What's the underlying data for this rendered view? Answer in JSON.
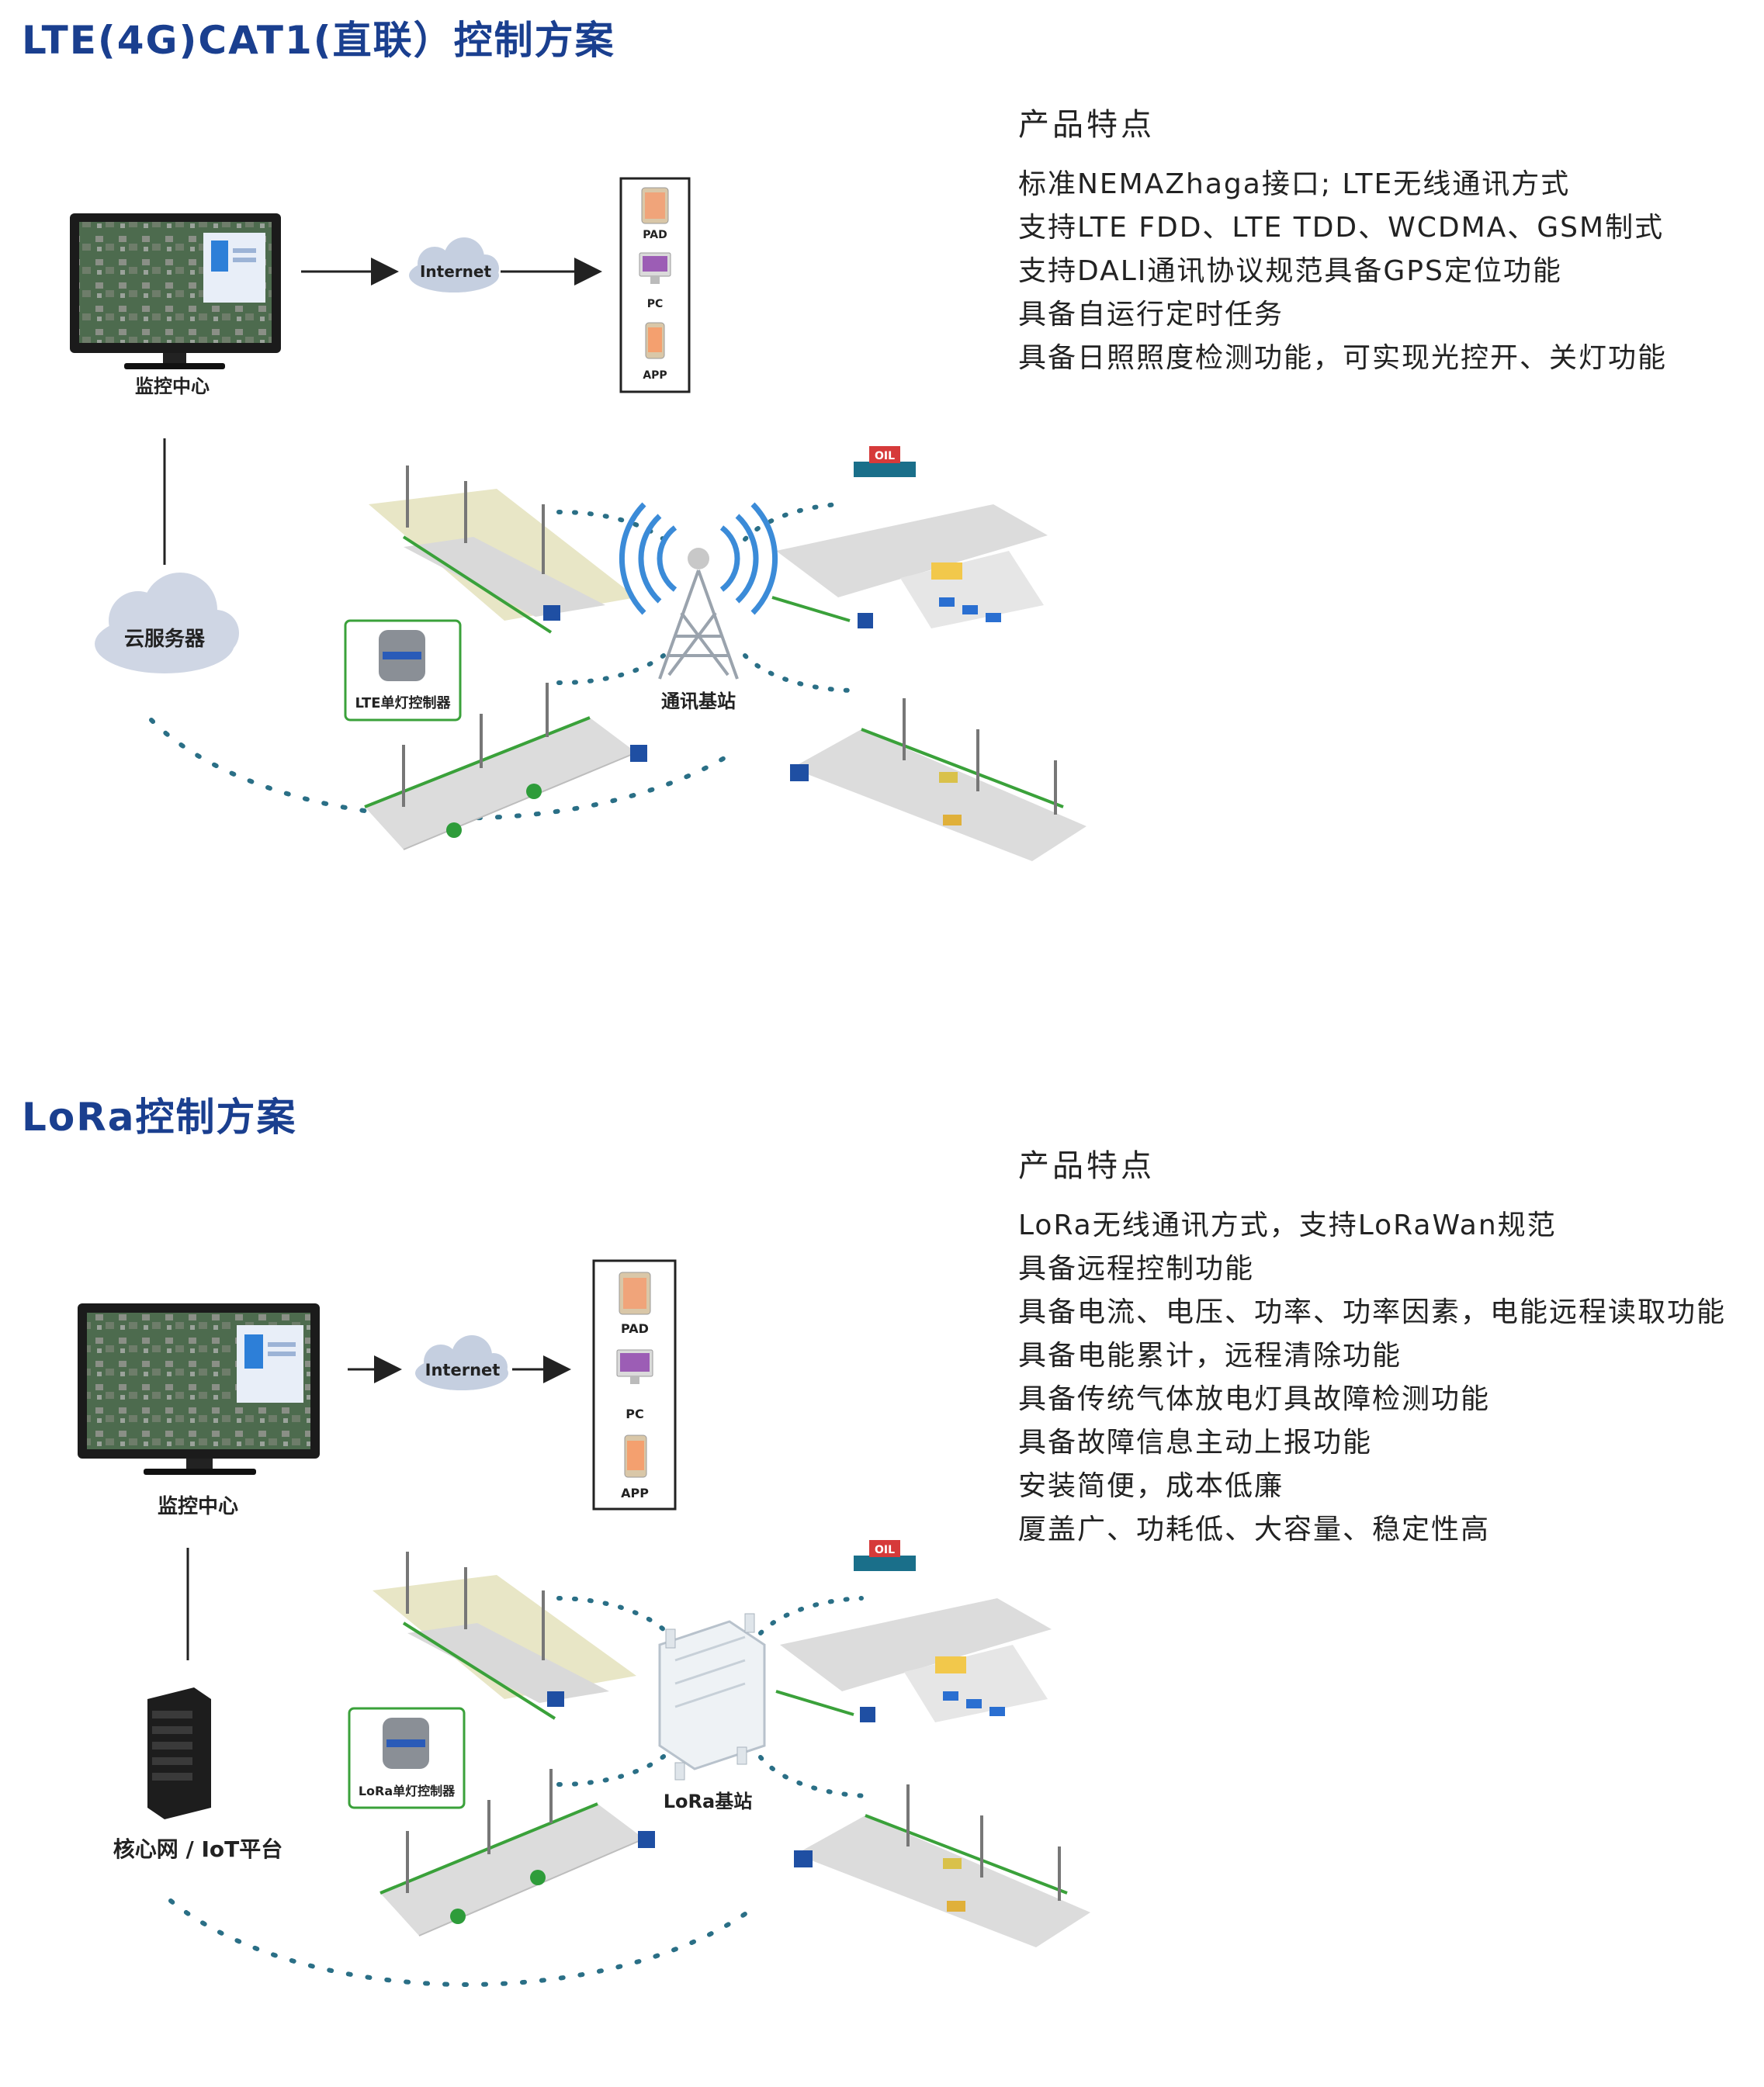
{
  "section1": {
    "title": "LTE(4G)CAT1(直联）控制方案",
    "features_heading": "产品特点",
    "features": [
      "标准NEMAZhaga接口; LTE无线通讯方式",
      "支持LTE FDD、LTE TDD、WCDMA、GSM制式",
      "支持DALI通讯协议规范具备GPS定位功能",
      "具备自运行定时任务",
      "具备日照照度检测功能，可实现光控开、关灯功能"
    ],
    "diagram": {
      "monitor_label": "监控中心",
      "internet_label": "Internet",
      "devices": [
        "PAD",
        "PC",
        "APP"
      ],
      "server_label": "云服务器",
      "controller_label": "LTE单灯控制器",
      "station_label": "通讯基站",
      "gas_sign": "OIL"
    }
  },
  "section2": {
    "title": "LoRa控制方案",
    "features_heading": "产品特点",
    "features": [
      "LoRa无线通讯方式，支持LoRaWan规范",
      "具备远程控制功能",
      "具备电流、电压、功率、功率因素，电能远程读取功能",
      "具备电能累计，远程清除功能",
      "具备传统气体放电灯具故障检测功能",
      "具备故障信息主动上报功能",
      "安装简便，成本低廉",
      "厦盖广、功耗低、大容量、稳定性高"
    ],
    "diagram": {
      "monitor_label": "监控中心",
      "internet_label": "Internet",
      "devices": [
        "PAD",
        "PC",
        "APP"
      ],
      "server_label": "核心网 / IoT平台",
      "controller_label": "LoRa单灯控制器",
      "station_label": "LoRa基站",
      "gas_sign": "OIL"
    }
  },
  "colors": {
    "title": "#1a3f8f",
    "dash": "#2a6f86",
    "road": "#e0e0e0",
    "grass": "#3aa13a",
    "cloud": "#cfd6e4",
    "tower": "#9aa3ad"
  }
}
